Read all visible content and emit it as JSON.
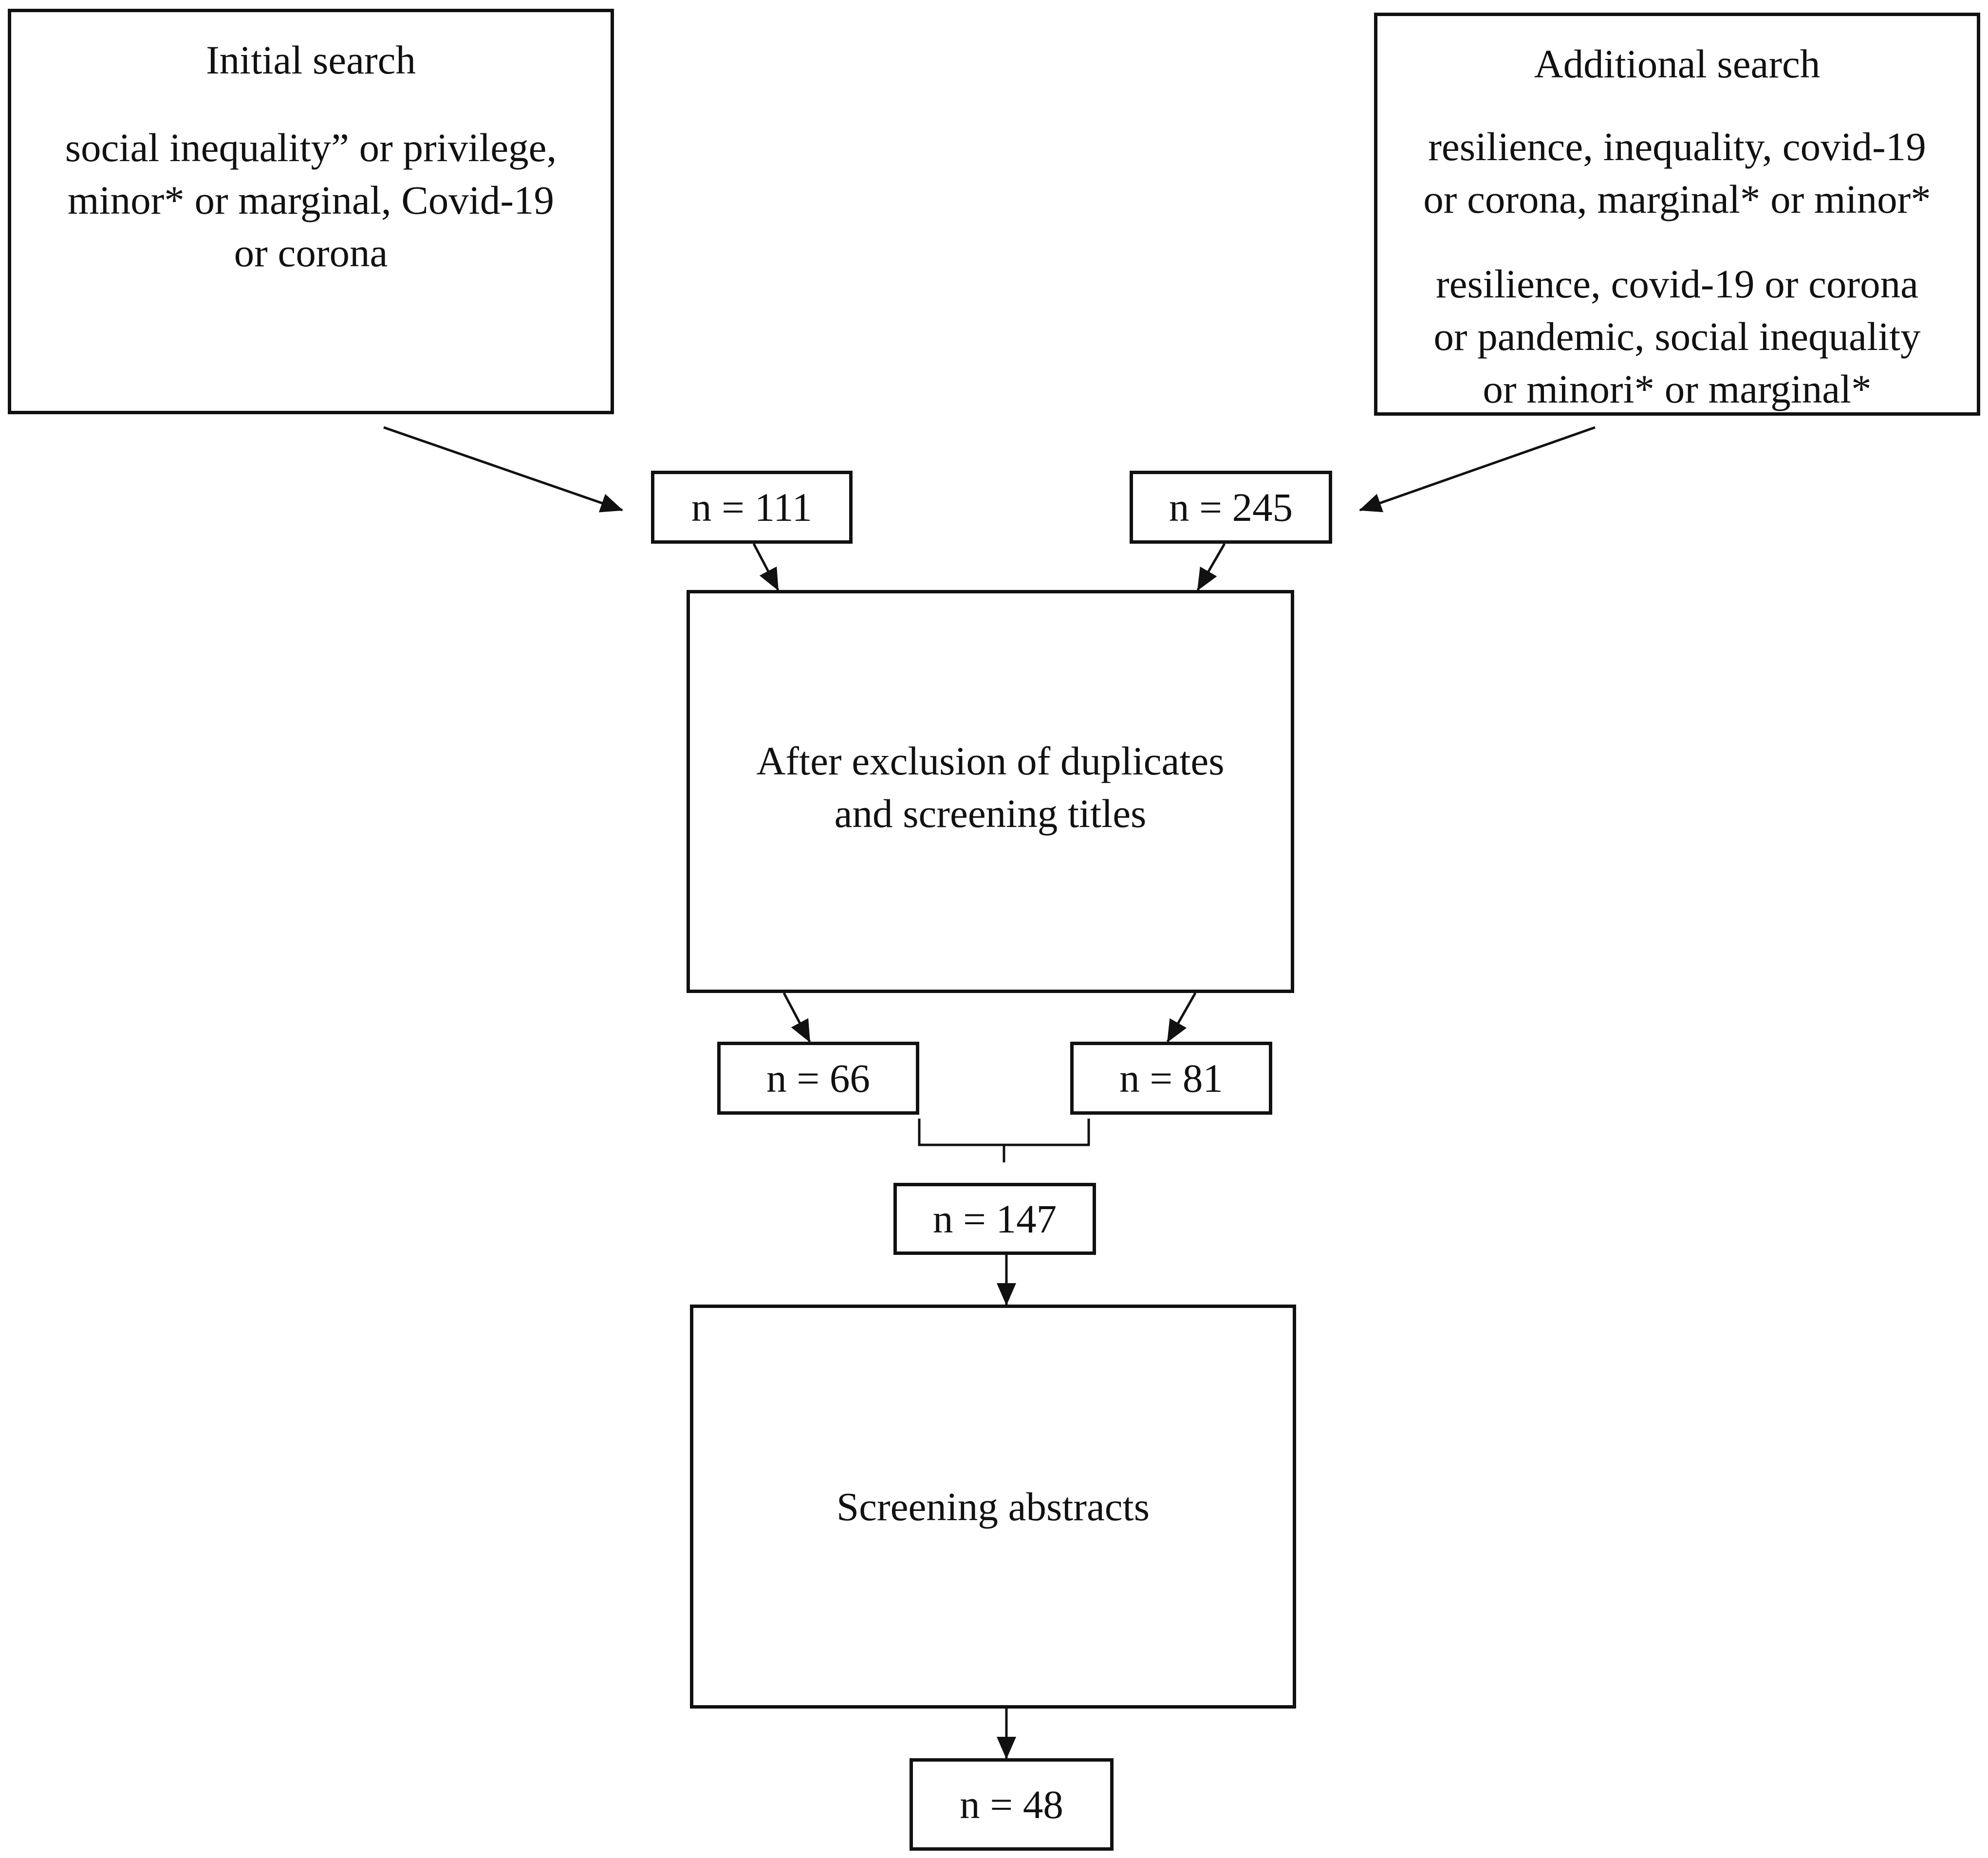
{
  "initial_search": {
    "title": "Initial search",
    "terms": [
      "social inequality” or privilege,",
      "minor* or marginal, Covid-19",
      "or corona"
    ]
  },
  "additional_search": {
    "title": "Additional search",
    "terms_1": [
      "resilience, inequality, covid-19",
      "or corona, marginal* or minor*"
    ],
    "terms_2": [
      "resilience, covid-19 or corona",
      "or pandemic, social inequality",
      "or minori* or marginal*"
    ]
  },
  "counts": {
    "initial": "n = 111",
    "additional": "n = 245",
    "after_left": "n = 66",
    "after_right": "n = 81",
    "combined": "n = 147",
    "final": "n = 48"
  },
  "steps": {
    "dedup": [
      "After exclusion of duplicates",
      "and screening titles"
    ],
    "abstracts": "Screening abstracts"
  }
}
